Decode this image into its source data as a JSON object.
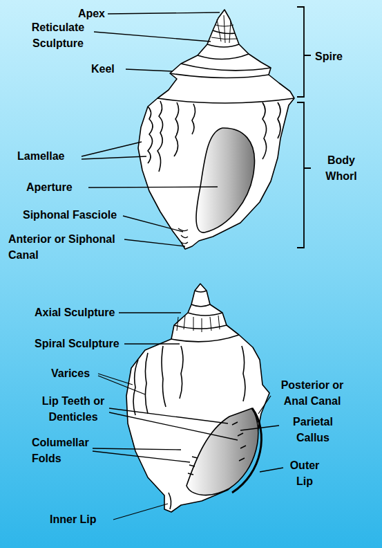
{
  "diagram": {
    "labels": [
      "Apex",
      "Reticulate Sculpture",
      "Keel",
      "Spire",
      "Body Whorl",
      "Lamellae",
      "Aperture",
      "Siphonal Fasciole",
      "Anterior or Siphonal Canal",
      "Axial Sculpture",
      "Spiral Sculpture",
      "Varices",
      "Posterior or Anal Canal",
      "Lip Teeth or Denticles",
      "Parietal Callus",
      "Columellar Folds",
      "Outer Lip",
      "Inner Lip"
    ]
  }
}
